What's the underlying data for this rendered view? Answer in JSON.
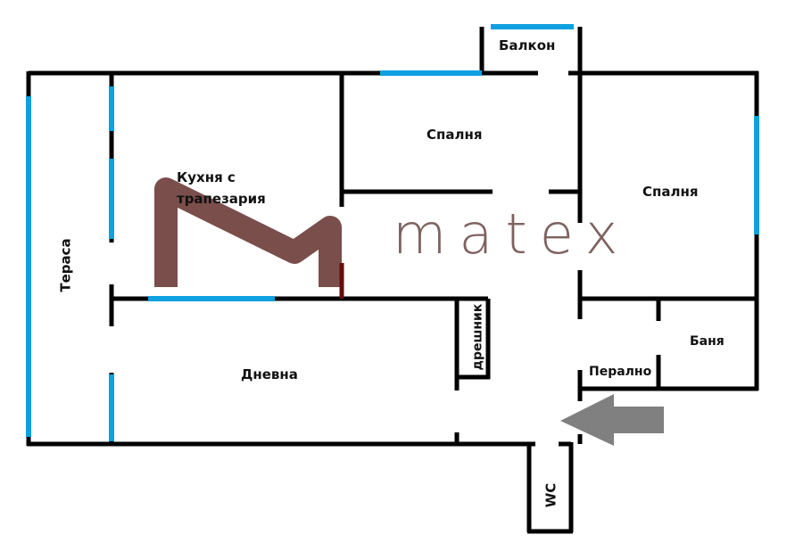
{
  "rooms": {
    "balcony": "Балкон",
    "bedroom_1": "Спалня",
    "bedroom_2": "Спалня",
    "kitchen_line1": "Кухня с",
    "kitchen_line2": "трапезария",
    "terrace": "Тераса",
    "living": "Дневна",
    "wardrobe": "дрешник",
    "bathroom": "Баня",
    "laundry": "Перално",
    "wc": "WC"
  },
  "logo": {
    "text": "matex",
    "color": "#7a4e4b"
  },
  "entrance_arrow": {
    "icon": "arrow-left-icon",
    "color": "#808080"
  },
  "colors": {
    "wall": "#000000",
    "window": "#0ea0e0"
  }
}
